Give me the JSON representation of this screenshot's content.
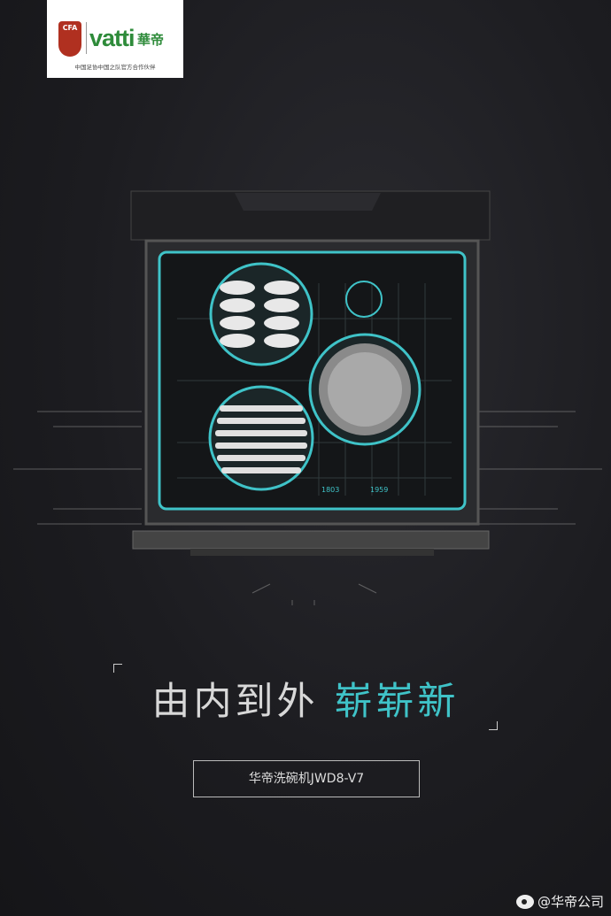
{
  "logo": {
    "crest_text": "CFA",
    "brand": "vatti",
    "brand_cn": "華帝",
    "subtitle": "中国足协中国之队官方合作伙伴"
  },
  "display_readouts": [
    "1803",
    "1959"
  ],
  "headline": {
    "white": "由内到外",
    "cyan": "崭崭新"
  },
  "model": "华帝洗碗机JWD8-V7",
  "watermark": "@华帝公司",
  "colors": {
    "accent": "#3fc3c8",
    "background": "#1c1c20"
  }
}
